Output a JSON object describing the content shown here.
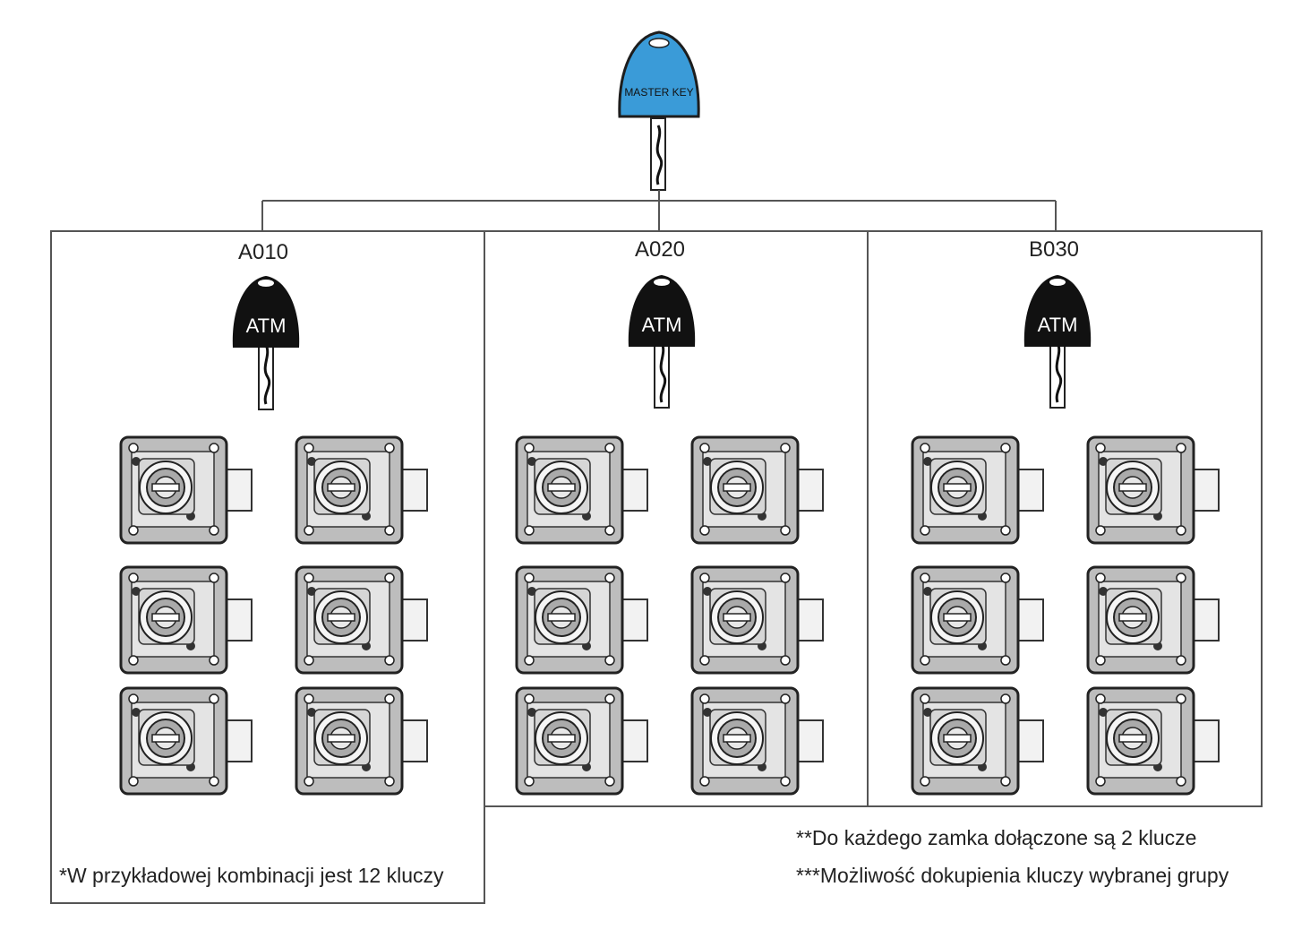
{
  "master_key": {
    "label": "MASTER KEY",
    "color": "#3a9bd8"
  },
  "groups": [
    {
      "name": "A010",
      "key_label": "ATM",
      "lock_count": 6
    },
    {
      "name": "A020",
      "key_label": "ATM",
      "lock_count": 6
    },
    {
      "name": "B030",
      "key_label": "ATM",
      "lock_count": 6
    }
  ],
  "notes": {
    "total_keys": "*W przykładowej kombinacji jest 12 kluczy",
    "keys_per_lock": "**Do każdego zamka dołączone są 2 klucze",
    "extra_keys": "***Możliwość dokupienia kluczy wybranej grupy"
  },
  "colors": {
    "group_key": "#111111",
    "lock_body": "#bdbdbd",
    "lock_plate": "#e6e6e6",
    "line": "#555555"
  }
}
